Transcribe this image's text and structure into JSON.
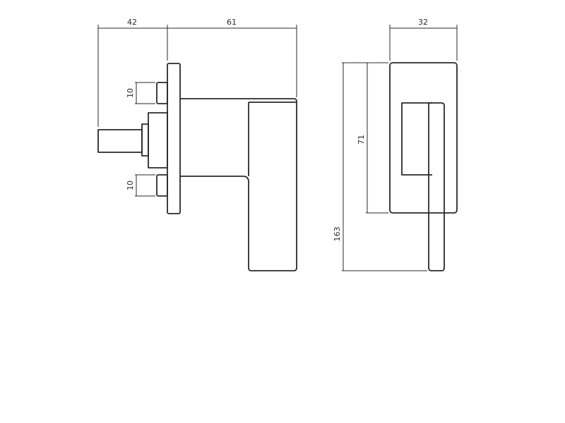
{
  "colors": {
    "line": "#2a2a2a",
    "background": "#ffffff"
  },
  "dimensions": {
    "spindle_length": "42",
    "handle_projection": "61",
    "screw_spacing_top": "10",
    "screw_spacing_bottom": "10",
    "rose_width": "32",
    "rose_height": "71",
    "overall_length": "163"
  }
}
